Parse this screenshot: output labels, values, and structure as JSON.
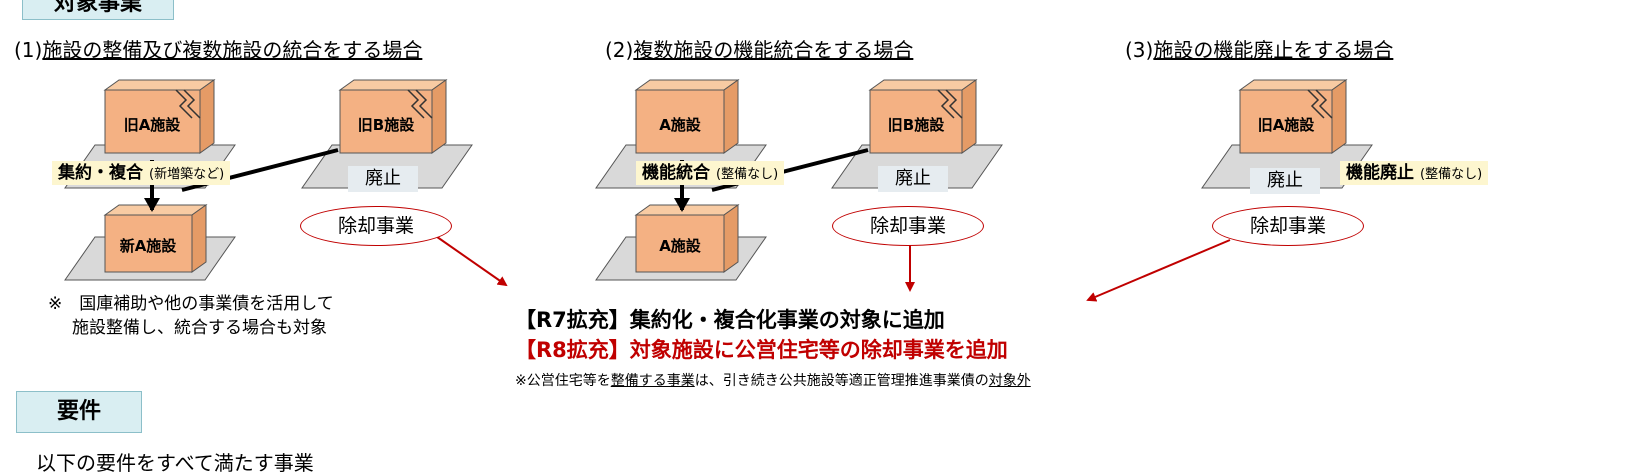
{
  "top_tab": {
    "label": "対象事業"
  },
  "cases": [
    {
      "number": "(1)",
      "title": "施設の整備及び複数施設の統合をする場合"
    },
    {
      "number": "(2)",
      "title": "複数施設の機能統合をする場合"
    },
    {
      "number": "(3)",
      "title": "施設の機能廃止をする場合"
    }
  ],
  "case1": {
    "old_a": "旧A施設",
    "old_b": "旧B施設",
    "new_a": "新A施設",
    "action_bold": "集約・複合",
    "action_note": "(新増築など)",
    "haishi": "廃止",
    "removal": "除却事業",
    "note_line1": "※　国庫補助や他の事業債を活用して",
    "note_line2": "施設整備し、統合する場合も対象"
  },
  "case2": {
    "a_top": "A施設",
    "old_b": "旧B施設",
    "a_bottom": "A施設",
    "action_bold": "機能統合",
    "action_note": "(整備なし)",
    "haishi": "廃止",
    "removal": "除却事業"
  },
  "case3": {
    "old_a": "旧A施設",
    "haishi": "廃止",
    "action_bold": "機能廃止",
    "action_note": "(整備なし)",
    "removal": "除却事業"
  },
  "summary": {
    "line1": "【R7拡充】集約化・複合化事業の対象に追加",
    "line2": "【R8拡充】対象施設に公営住宅等の除却事業を追加",
    "line3_a": "※公営住宅等を",
    "line3_b": "整備する事業",
    "line3_c": "は、引き続き公共施設等適正管理推進事業債の",
    "line3_d": "対象外"
  },
  "requirements": {
    "tab_label": "要件",
    "text": "以下の要件をすべて満たす事業"
  },
  "colors": {
    "box_fill": "#f4b183",
    "box_top": "#f8cba3",
    "box_side": "#e59b66",
    "base_fill": "#d9d9d9",
    "accent_red": "#c00000",
    "tab_fill": "#d9eef2",
    "highlight": "#fdf6cf"
  }
}
